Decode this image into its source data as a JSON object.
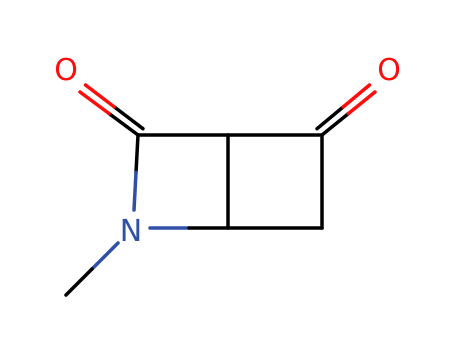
{
  "molecule": {
    "atoms": [
      {
        "id": "O1",
        "element": "O",
        "label": "O"
      },
      {
        "id": "O2",
        "element": "O",
        "label": "O"
      },
      {
        "id": "N1",
        "element": "N",
        "label": "N"
      }
    ]
  },
  "colors": {
    "bond": "#000000",
    "oxygen": "#ff0d0d",
    "nitrogen": "#3050a8",
    "background": "#ffffff"
  }
}
